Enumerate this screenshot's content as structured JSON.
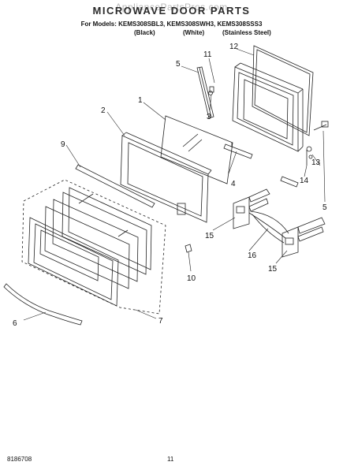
{
  "header": {
    "title": "MICROWAVE DOOR PARTS",
    "watermark": "AppliancePartsPros.com",
    "models": "For Models: KEMS308SBL3, KEMS308SWH3, KEMS308SSS3",
    "finishes": [
      "(Black)",
      "(White)",
      "(Stainless Steel)"
    ]
  },
  "callouts": {
    "c1": "1",
    "c2": "2",
    "c3": "3",
    "c4": "4",
    "c5a": "5",
    "c5b": "5",
    "c6": "6",
    "c7": "7",
    "c9": "9",
    "c10": "10",
    "c11": "11",
    "c12": "12",
    "c13": "13",
    "c14": "14",
    "c15a": "15",
    "c15b": "15",
    "c16": "16"
  },
  "footer": {
    "part_number": "8186708",
    "page_number": "11"
  }
}
